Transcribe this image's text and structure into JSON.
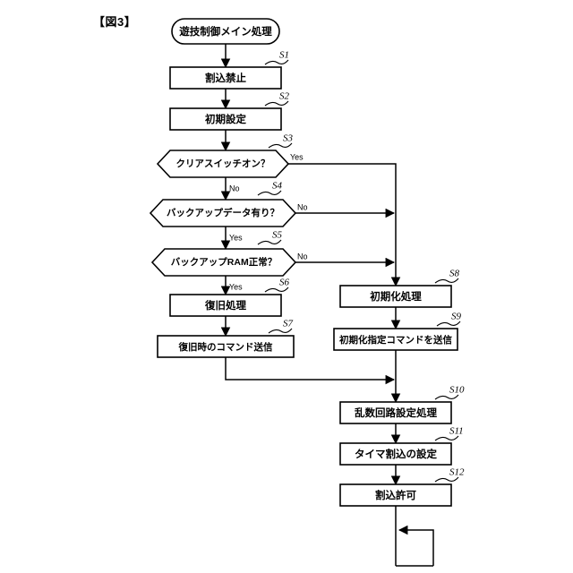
{
  "figure": {
    "label": "【図3】"
  },
  "flowchart": {
    "title": "遊技制御メイン処理",
    "nodes": [
      {
        "id": "start",
        "type": "terminator",
        "text": "遊技制御メイン処理",
        "step": ""
      },
      {
        "id": "s1",
        "type": "process",
        "text": "割込禁止",
        "step": "S1"
      },
      {
        "id": "s2",
        "type": "process",
        "text": "初期設定",
        "step": "S2"
      },
      {
        "id": "s3",
        "type": "decision",
        "text": "クリアスイッチオン？",
        "step": "S3"
      },
      {
        "id": "s4",
        "type": "decision",
        "text": "バックアップデータ有り？",
        "step": "S4"
      },
      {
        "id": "s5",
        "type": "decision",
        "text": "バックアップRAM正常？",
        "step": "S5"
      },
      {
        "id": "s6",
        "type": "process",
        "text": "復旧処理",
        "step": "S6"
      },
      {
        "id": "s7",
        "type": "process",
        "text": "復旧時のコマンド送信",
        "step": "S7"
      },
      {
        "id": "s8",
        "type": "process",
        "text": "初期化処理",
        "step": "S8"
      },
      {
        "id": "s9",
        "type": "process",
        "text": "初期化指定コマンドを送信",
        "step": "S9"
      },
      {
        "id": "s10",
        "type": "process",
        "text": "乱数回路設定処理",
        "step": "S10"
      },
      {
        "id": "s11",
        "type": "process",
        "text": "タイマ割込の設定",
        "step": "S11"
      },
      {
        "id": "s12",
        "type": "process",
        "text": "割込許可",
        "step": "S12"
      }
    ],
    "branch_labels": {
      "s3_yes": "Yes",
      "s3_no": "No",
      "s4_yes": "Yes",
      "s4_no": "No",
      "s5_yes": "Yes",
      "s5_no": "No"
    },
    "colors": {
      "stroke": "#000000",
      "fill": "#ffffff",
      "background": "#ffffff"
    }
  }
}
